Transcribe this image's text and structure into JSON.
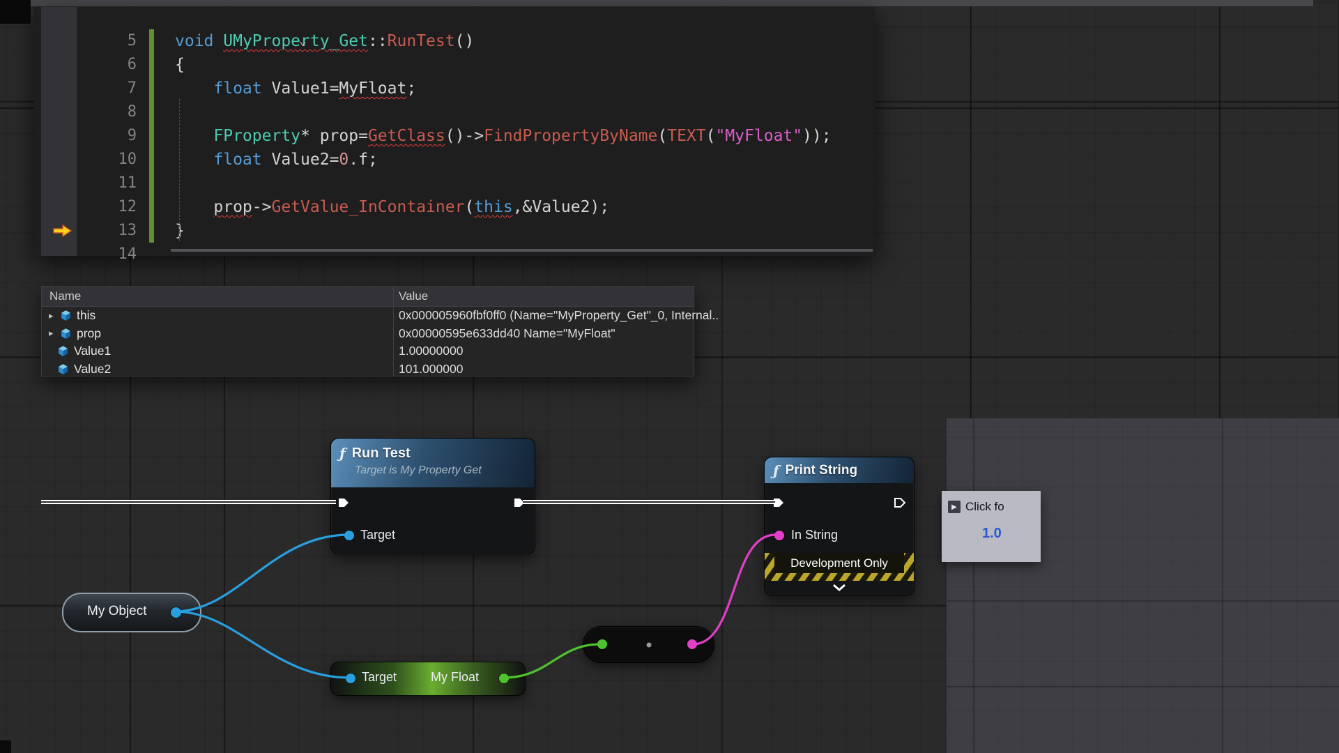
{
  "colors": {
    "wire_exec": "#ffffff",
    "wire_object": "#28a0e0",
    "wire_float": "#4fc32e",
    "wire_string": "#e23fc8",
    "pin_object": "#28a0e0",
    "pin_float": "#4fc32e",
    "pin_string": "#e23fc8",
    "node_header_blue": "#4a7fae",
    "dev_stripe_yellow": "#baa62a",
    "change_bar_green": "#5e8f33",
    "exec_arrow_yellow": "#ffd51e",
    "string_text_pink": "#d75fc6"
  },
  "code": {
    "lines": [
      {
        "n": "5",
        "segs": [
          [
            "fold",
            "⌄"
          ],
          [
            "kw",
            "void "
          ],
          [
            "type sq",
            "UMyProperty_Get"
          ],
          [
            "pl",
            "::"
          ],
          [
            "fn",
            "RunTest"
          ],
          [
            "pl",
            "()"
          ]
        ]
      },
      {
        "n": "6",
        "segs": [
          [
            "pl",
            "{"
          ]
        ]
      },
      {
        "n": "7",
        "segs": [
          [
            "pl",
            "    "
          ],
          [
            "kw",
            "float "
          ],
          [
            "pl",
            "Value1="
          ],
          [
            "pl sq",
            "MyFloat"
          ],
          [
            "pl",
            ";"
          ]
        ]
      },
      {
        "n": "8",
        "segs": []
      },
      {
        "n": "9",
        "segs": [
          [
            "pl",
            "    "
          ],
          [
            "type",
            "FProperty"
          ],
          [
            "pl",
            "* prop="
          ],
          [
            "fn sq",
            "GetClass"
          ],
          [
            "pl",
            "()->"
          ],
          [
            "fn",
            "FindPropertyByName"
          ],
          [
            "pl",
            "("
          ],
          [
            "fn",
            "TEXT"
          ],
          [
            "pl",
            "("
          ],
          [
            "str",
            "\"MyFloat\""
          ],
          [
            "pl",
            "));"
          ]
        ]
      },
      {
        "n": "10",
        "segs": [
          [
            "pl",
            "    "
          ],
          [
            "kw",
            "float "
          ],
          [
            "pl",
            "Value2="
          ],
          [
            "num",
            "0"
          ],
          [
            "pl",
            ".f;"
          ]
        ]
      },
      {
        "n": "11",
        "segs": []
      },
      {
        "n": "12",
        "segs": [
          [
            "pl",
            "    "
          ],
          [
            "pl sq",
            "prop"
          ],
          [
            "pl",
            "->"
          ],
          [
            "fn",
            "GetValue_InContainer"
          ],
          [
            "pl",
            "("
          ],
          [
            "kw sq",
            "this"
          ],
          [
            "pl",
            ",&Value2);"
          ]
        ]
      },
      {
        "n": "13",
        "segs": [
          [
            "pl",
            "}"
          ]
        ]
      },
      {
        "n": "14",
        "segs": []
      }
    ]
  },
  "watch": {
    "columns": [
      "Name",
      "Value"
    ],
    "rows": [
      {
        "expand": true,
        "name": "this",
        "value": "0x000005960fbf0ff0 (Name=\"MyProperty_Get\"_0, Internal.."
      },
      {
        "expand": true,
        "name": "prop",
        "value": "0x00000595e633dd40 Name=\"MyFloat\""
      },
      {
        "expand": false,
        "name": "Value1",
        "value": "1.00000000"
      },
      {
        "expand": false,
        "name": "Value2",
        "value": "101.000000"
      }
    ]
  },
  "graph": {
    "run_test": {
      "fn_icon": "ƒ",
      "title": "Run Test",
      "subtitle": "Target is My Property Get",
      "target_label": "Target"
    },
    "print_string": {
      "fn_icon": "ƒ",
      "title": "Print String",
      "in_string_label": "In String",
      "dev_only": "Development Only"
    },
    "my_object": {
      "label": "My Object"
    },
    "getter": {
      "target_label": "Target",
      "float_label": "My Float"
    },
    "tooltip": {
      "icon": "▶",
      "text": "Click fo",
      "value": "1.0"
    }
  }
}
